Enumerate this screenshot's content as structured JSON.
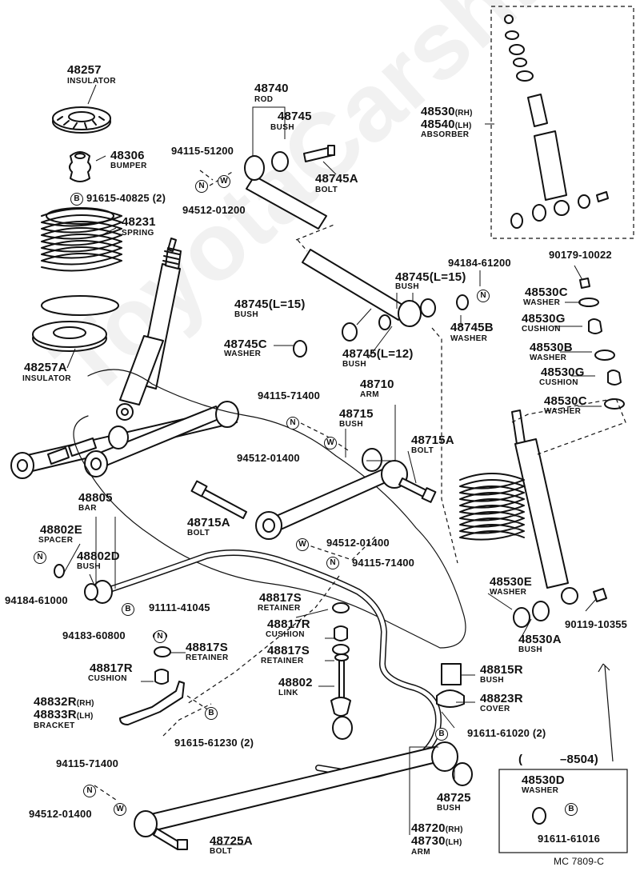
{
  "watermark": "ToyotaCarshine.ru",
  "figure_code": "MC  7809-C",
  "circles": {
    "N": "N",
    "W": "W",
    "B": "B"
  },
  "parts": {
    "p48257": {
      "num": "48257",
      "name": "INSULATOR"
    },
    "p48306": {
      "num": "48306",
      "name": "BUMPER"
    },
    "b91615_40825": {
      "num": "91615-40825 (2)"
    },
    "p48231": {
      "num": "48231",
      "name": "SPRING"
    },
    "p48257A": {
      "num": "48257A",
      "name": "INSULATOR"
    },
    "p48740": {
      "num": "48740",
      "name": "ROD"
    },
    "p48745": {
      "num": "48745",
      "name": "BUSH"
    },
    "n94115_51200": {
      "num": "94115-51200"
    },
    "w94512_01200": {
      "num": "94512-01200"
    },
    "p48745A": {
      "num": "48745A",
      "name": "BOLT"
    },
    "p48530": {
      "num": "48530",
      "suffix": "(RH)",
      "num2": "48540",
      "suffix2": "(LH)",
      "name": "ABSORBER"
    },
    "n94184_61200": {
      "num": "94184-61200"
    },
    "p48745L15a": {
      "num": "48745(L=15)",
      "name": "BUSH"
    },
    "p48745L15b": {
      "num": "48745(L=15)",
      "name": "BUSH"
    },
    "p48745B": {
      "num": "48745B",
      "name": "WASHER"
    },
    "p48745C": {
      "num": "48745C",
      "name": "WASHER"
    },
    "p48745L12": {
      "num": "48745(L=12)",
      "name": "BUSH"
    },
    "p90179": {
      "num": "90179-10022"
    },
    "p48530C_1": {
      "num": "48530C",
      "name": "WASHER"
    },
    "p48530G_1": {
      "num": "48530G",
      "name": "CUSHION"
    },
    "p48530B": {
      "num": "48530B",
      "name": "WASHER"
    },
    "p48530G_2": {
      "num": "48530G",
      "name": "CUSHION"
    },
    "p48530C_2": {
      "num": "48530C",
      "name": "WASHER"
    },
    "n94115_71400a": {
      "num": "94115-71400"
    },
    "p48710": {
      "num": "48710",
      "name": "ARM"
    },
    "p48715": {
      "num": "48715",
      "name": "BUSH"
    },
    "w94512_01400a": {
      "num": "94512-01400"
    },
    "p48715A_1": {
      "num": "48715A",
      "name": "BOLT"
    },
    "p48715A_2": {
      "num": "48715A",
      "name": "BOLT"
    },
    "p48805": {
      "num": "48805",
      "name": "BAR"
    },
    "p48802E": {
      "num": "48802E",
      "name": "SPACER"
    },
    "p48802D": {
      "num": "48802D",
      "name": "BUSH"
    },
    "n94184_61000": {
      "num": "94184-61000"
    },
    "b91111_41045": {
      "num": "91111-41045"
    },
    "w94512_01400b": {
      "num": "94512-01400"
    },
    "n94115_71400b": {
      "num": "94115-71400"
    },
    "p48530E": {
      "num": "48530E",
      "name": "WASHER"
    },
    "p48817S_1": {
      "num": "48817S",
      "name": "RETAINER"
    },
    "p48817R_1": {
      "num": "48817R",
      "name": "CUSHION"
    },
    "p48817S_2": {
      "num": "48817S",
      "name": "RETAINER"
    },
    "n94183_60800": {
      "num": "94183-60800"
    },
    "p48817S_3": {
      "num": "48817S",
      "name": "RETAINER"
    },
    "p48817R_2": {
      "num": "48817R",
      "name": "CUSHION"
    },
    "p48802": {
      "num": "48802",
      "name": "LINK"
    },
    "p48832R": {
      "num": "48832R",
      "suffix": "(RH)",
      "num2": "48833R",
      "suffix2": "(LH)",
      "name": "BRACKET"
    },
    "b91615_61230": {
      "num": "91615-61230 (2)"
    },
    "p48530A": {
      "num": "48530A",
      "name": "BUSH"
    },
    "p90119": {
      "num": "90119-10355"
    },
    "p48815R": {
      "num": "48815R",
      "name": "BUSH"
    },
    "p48823R": {
      "num": "48823R",
      "name": "COVER"
    },
    "b91611_61020": {
      "num": "91611-61020 (2)"
    },
    "range8504": {
      "open": "(",
      "text": "–8504)"
    },
    "p48530D": {
      "num": "48530D",
      "name": "WASHER"
    },
    "b91611_61016": {
      "num": "91611-61016"
    },
    "n94115_71400c": {
      "num": "94115-71400"
    },
    "w94512_01400c": {
      "num": "94512-01400"
    },
    "p48725": {
      "num": "48725",
      "name": "BUSH"
    },
    "p48720": {
      "num": "48720",
      "suffix": "(RH)",
      "num2": "48730",
      "suffix2": "(LH)",
      "name": "ARM"
    },
    "p48725A": {
      "num": "48725A",
      "name": "BOLT"
    }
  }
}
